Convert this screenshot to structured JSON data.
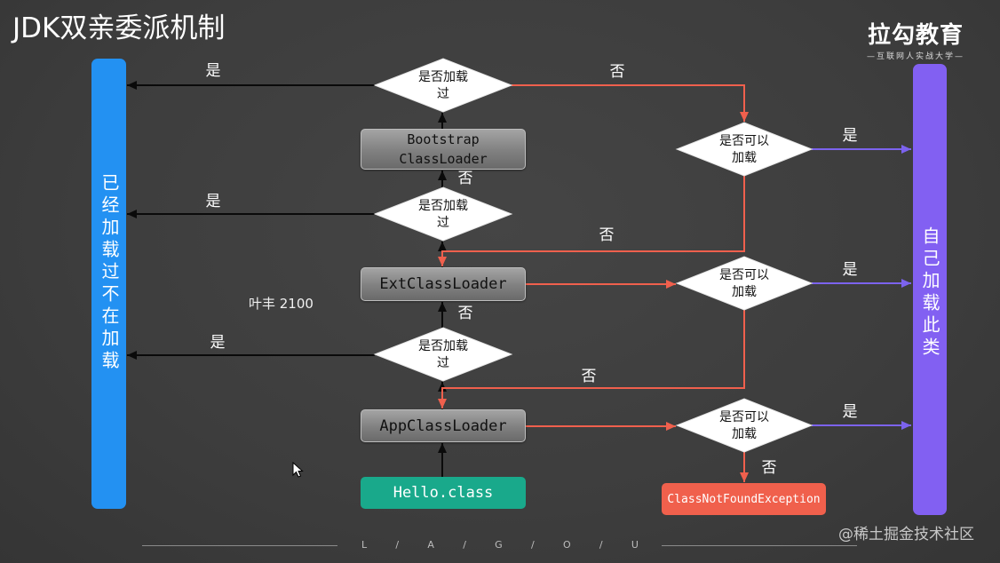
{
  "title": "JDK双亲委派机制",
  "logo": {
    "name": "拉勾教育",
    "tagline": "—互联网人实战大学—"
  },
  "left_bar": {
    "text": "已经加载过不在加载"
  },
  "right_bar": {
    "text": "自己加载此类"
  },
  "loaders": {
    "bootstrap": {
      "line1": "Bootstrap",
      "line2": "ClassLoader"
    },
    "ext": "ExtClassLoader",
    "app": "AppClassLoader"
  },
  "source_class": "Hello.class",
  "exception": "ClassNotFoundException",
  "decisions": {
    "already_loaded": {
      "line1": "是否加载",
      "line2": "过"
    },
    "can_load": {
      "line1": "是否可以",
      "line2": "加载"
    }
  },
  "branch_labels": {
    "yes": "是",
    "no": "否"
  },
  "note": "叶丰 2100",
  "footer_brand": [
    "L",
    "/",
    "A",
    "/",
    "G",
    "/",
    "O",
    "/",
    "U"
  ],
  "watermark": "@稀土掘金技术社区",
  "icons": {
    "cursor": "mouse-pointer-icon",
    "arrowhead": "arrowhead-icon"
  },
  "colors": {
    "background": "#3d3d3d",
    "loaded_bar": "#2391f2",
    "self_load_bar": "#8260f2",
    "delegate_arrow": "#0a0a0a",
    "fallback_arrow": "#f0604d",
    "self_load_arrow": "#7c63ee",
    "source_box": "#19a98b",
    "exception_box": "#f0604c"
  }
}
